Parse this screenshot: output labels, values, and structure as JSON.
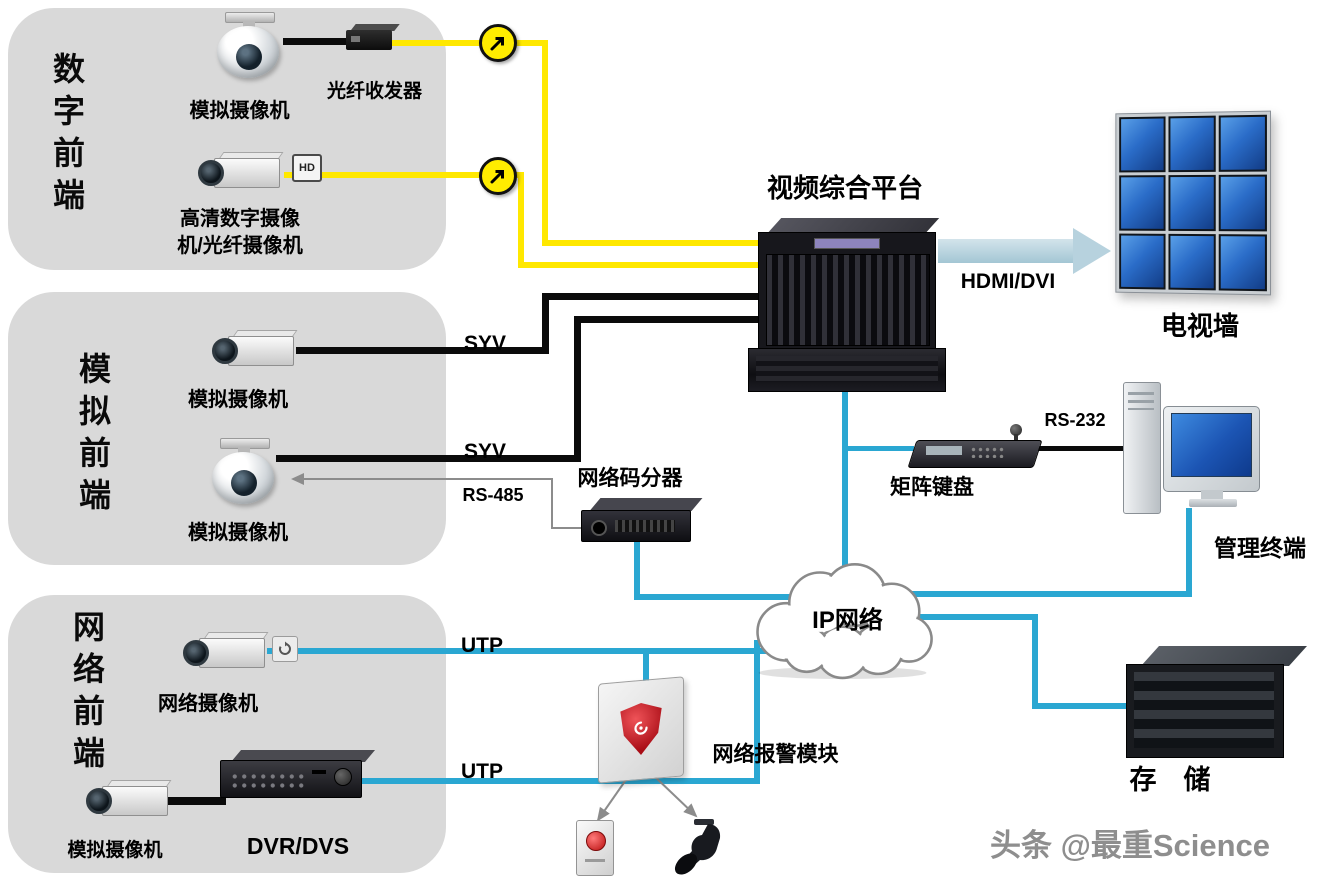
{
  "panels": {
    "digital": {
      "title": "数字前端",
      "dome_camera_label": "模拟摄像机",
      "transceiver_label": "光纤收发器",
      "hd_camera_label_line1": "高清数字摄像",
      "hd_camera_label_line2": "机/光纤摄像机",
      "hd_badge": "HD"
    },
    "analog": {
      "title": "模拟前端",
      "box_camera_label": "模拟摄像机",
      "dome_camera_label": "模拟摄像机"
    },
    "network": {
      "title": "网络前端",
      "net_camera_label": "网络摄像机",
      "box_camera_label": "模拟摄像机",
      "dvr_label": "DVR/DVS"
    }
  },
  "links": {
    "syv_top": "SYV",
    "syv_bottom": "SYV",
    "rs485": "RS-485",
    "utp_top": "UTP",
    "utp_bottom": "UTP",
    "rs232": "RS-232",
    "hdmi": "HDMI/DVI"
  },
  "nodes": {
    "platform": "视频综合平台",
    "splitter": "网络码分器",
    "cloud": "IP网络",
    "alarm": "网络报警模块",
    "tv_wall": "电视墙",
    "keyboard": "矩阵键盘",
    "terminal": "管理终端",
    "storage": "存　储"
  },
  "watermark": "头条 @最重Science",
  "colors": {
    "panel_bg": "#d9d9d9",
    "yellow_link": "#ffe800",
    "black_link": "#0b0b0b",
    "cyan_link": "#2aa7d2",
    "screen_blue": "#2a6cc8",
    "alert_red": "#b80e0e"
  }
}
